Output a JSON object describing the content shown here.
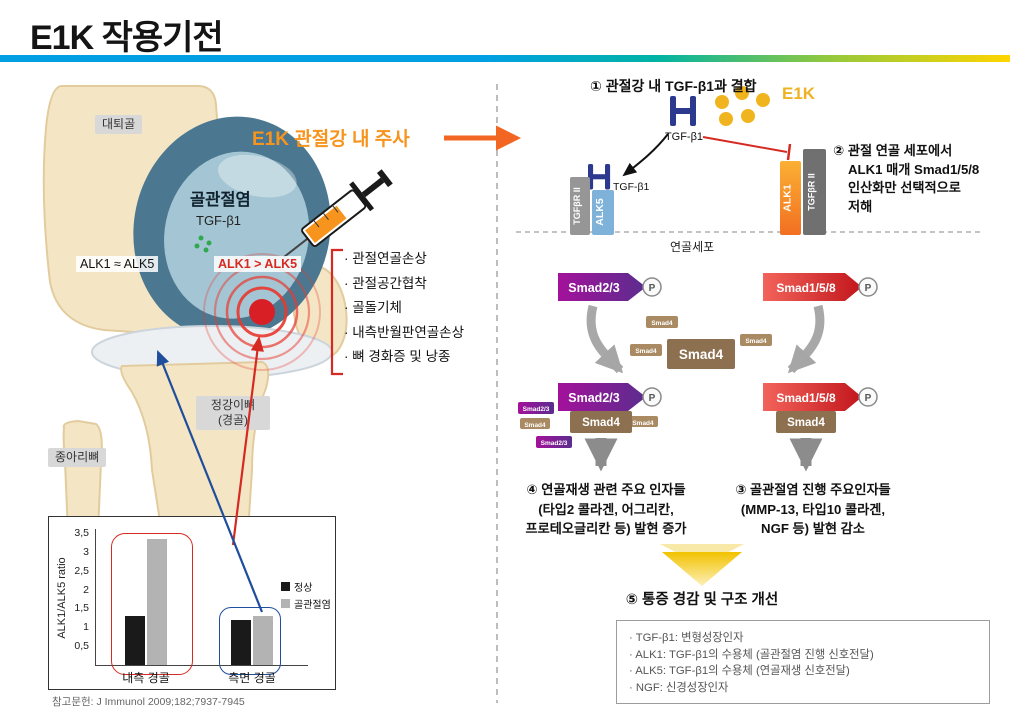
{
  "title": "E1K 작용기전",
  "colors": {
    "accent_orange": "#f7941d",
    "inhibit_red": "#d42a22",
    "link_blue": "#1f4e9c",
    "e1k_gold": "#eeb222",
    "smad23_purple": "#8e24aa",
    "smad158_red": "#d32f2f",
    "smad4_brown": "#8d7050"
  },
  "knee": {
    "femur_label": "대퇴골",
    "oa_label": "골관절염",
    "tgfb1_label": "TGF-β1",
    "alk_balance_normal": "ALK1 ≈ ALK5",
    "alk_balance_oa": "ALK1 > ALK5",
    "injection_label": "E1K 관절강 내 주사",
    "tibia_label_line1": "정강이뼈",
    "tibia_label_line2": "(경골)",
    "fibula_label": "종아리뼈",
    "symptoms": [
      "· 관절연골손상",
      "· 관절공간협착",
      "· 골돌기체",
      "· 내측반월판연골손상",
      "· 뼈 경화증 및 낭종"
    ],
    "reference": "참고문헌: J Immunol 2009;182;7937-7945"
  },
  "chart_data": {
    "type": "bar",
    "categories": [
      "내측 경골",
      "측면 경골"
    ],
    "series": [
      {
        "name": "정상",
        "color": "#1a1a1a",
        "values": [
          1.3,
          1.2
        ]
      },
      {
        "name": "골관절염",
        "color": "#b3b3b3",
        "values": [
          3.35,
          1.3
        ]
      }
    ],
    "ylabel": "ALK1/ALK5 ratio",
    "ylim": [
      0,
      3.5
    ],
    "ytick_labels": [
      "3,5",
      "3",
      "2,5",
      "2",
      "1,5",
      "1",
      "0,5"
    ],
    "legend_position": "inside-right",
    "grid": false,
    "group_highlight_colors": {
      "내측 경골": "#d42a22",
      "측면 경골": "#1f4e9c"
    }
  },
  "pathway": {
    "step1": "① 관절강 내 TGF-β1과 결합",
    "e1k": "E1K",
    "tgfb1_top": "TGF-β1",
    "tgfb1_receptor": "TGF-β1",
    "step2_lines": [
      "② 관절 연골 세포에서",
      "ALK1 매개 Smad1/5/8",
      "인산화만 선택적으로",
      "저해"
    ],
    "receptors": {
      "tgfbr2": "TGFβR II",
      "alk5": "ALK5",
      "alk1": "ALK1",
      "tgfbr2_right": "TGFβR II"
    },
    "membrane_label": "연골세포",
    "smad23": "Smad2/3",
    "smad158": "Smad1/5/8",
    "smad4": "Smad4",
    "phospho": "P",
    "step4_lines": [
      "④ 연골재생 관련 주요 인자들",
      "(타입2 콜라겐, 어그리칸,",
      "프로테오글리칸 등) 발현 증가"
    ],
    "step3_lines": [
      "③ 골관절염 진행 주요인자들",
      "(MMP-13, 타입10 콜라겐,",
      "NGF 등) 발현 감소"
    ],
    "step5": "⑤ 통증 경감 및 구조 개선",
    "legend_lines": [
      "· TGF-β1: 변형성장인자",
      "· ALK1: TGF-β1의 수용체 (골관절염 진행 신호전달)",
      "· ALK5: TGF-β1의 수용체 (연골재생 신호전달)",
      "· NGF: 신경성장인자"
    ]
  }
}
